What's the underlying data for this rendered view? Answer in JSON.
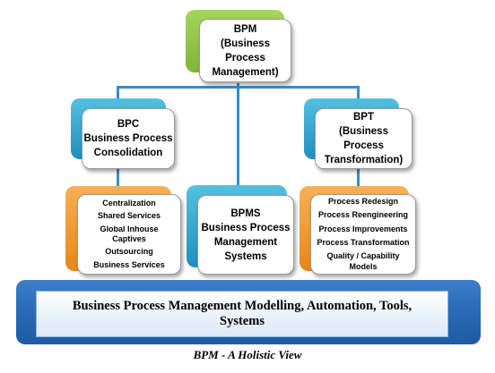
{
  "colors": {
    "connector": "#2f8fd0",
    "tab_green": "#8cc63f",
    "tab_teal": "#2aa0c8",
    "tab_orange": "#f39c33",
    "band_blue": "#2b6bb6"
  },
  "top": {
    "lines": [
      "BPM",
      "(Business",
      "Process",
      "Management)"
    ]
  },
  "bpc": {
    "lines": [
      "BPC",
      "Business Process",
      "Consolidation"
    ]
  },
  "bpt": {
    "lines": [
      "BPT",
      "(Business",
      "Process",
      "Transformation)"
    ]
  },
  "bpms": {
    "lines": [
      "BPMS",
      "Business Process",
      "Management",
      "Systems"
    ]
  },
  "bpc_items": [
    "Centralization",
    "Shared Services",
    "Global Inhouse",
    "Captives",
    "Outsourcing",
    "Business Services"
  ],
  "bpt_items": [
    "Process Redesign",
    "Process Reengineering",
    "Process Improvements",
    "Process Transformation",
    "Quality / Capability",
    "Models"
  ],
  "band": {
    "line1": "Business Process Management Modelling, Automation, Tools,",
    "line2": "Systems"
  },
  "caption": "BPM - A Holistic View"
}
